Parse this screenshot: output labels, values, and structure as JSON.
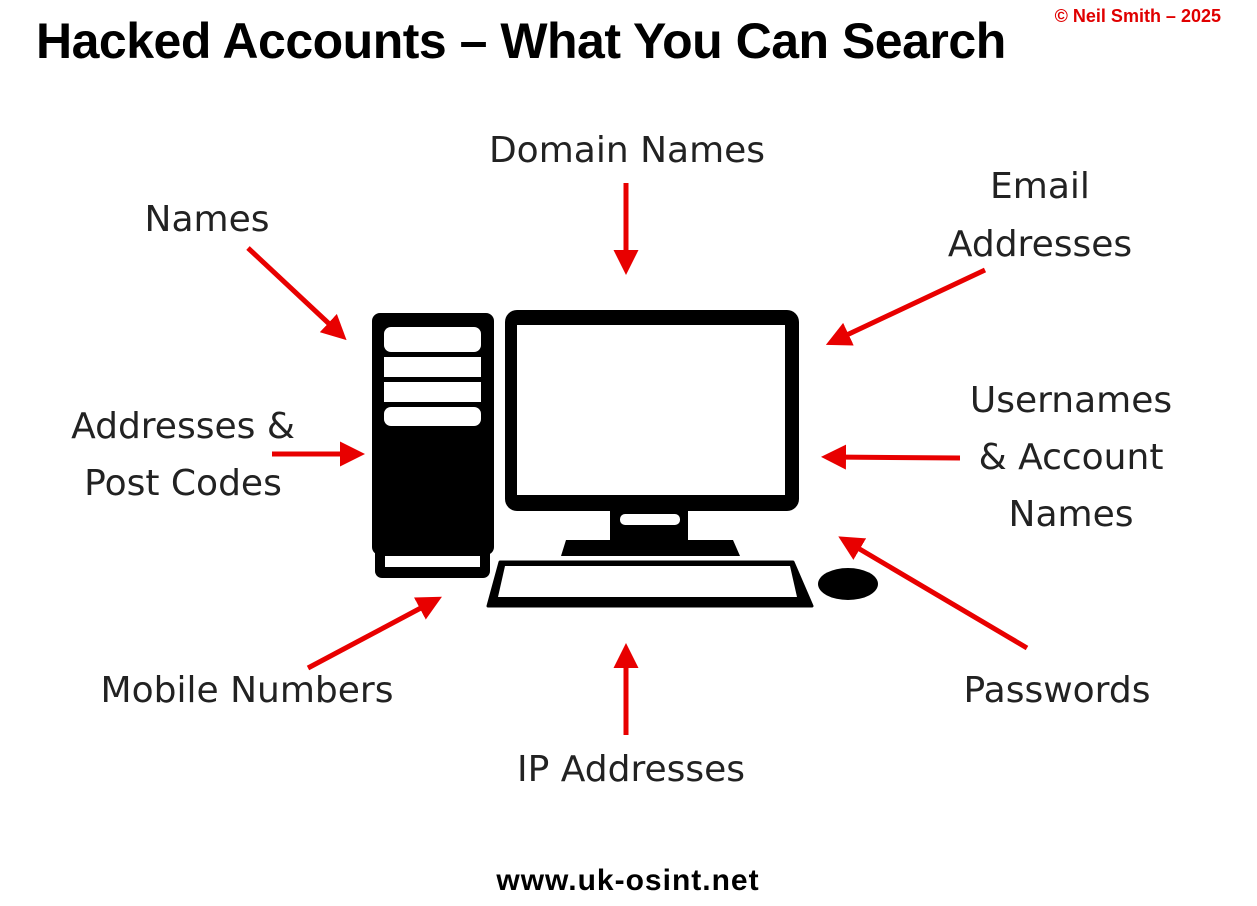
{
  "title": "Hacked Accounts – What You Can Search",
  "copyright": "© Neil Smith  – 2025",
  "labels": {
    "domain": "Domain Names",
    "names": "Names",
    "email_1": "Email",
    "email_2": "Addresses",
    "addresses_1": "Addresses &",
    "addresses_2": "Post Codes",
    "usernames_1": "Usernames",
    "usernames_2": "& Account",
    "usernames_3": "Names",
    "mobile": "Mobile Numbers",
    "passwords": "Passwords",
    "ip": "IP Addresses"
  },
  "footer": "www.uk-osint.net",
  "colors": {
    "arrow": "#e80000",
    "text": "#222222"
  }
}
